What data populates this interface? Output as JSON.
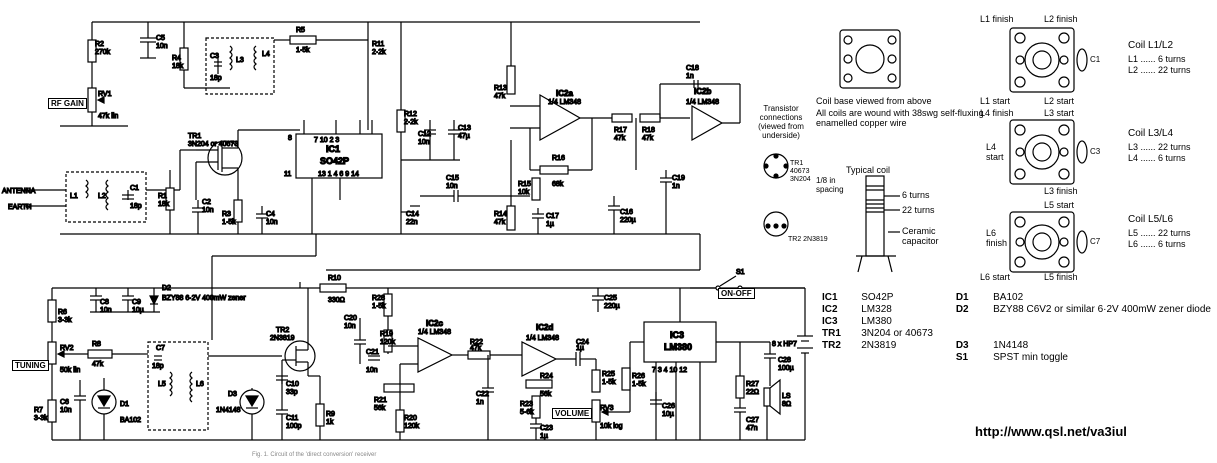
{
  "schematic": {
    "panel_labels": {
      "rf_gain": "RF GAIN",
      "tuning": "TUNING",
      "volume": "VOLUME",
      "on_off": "ON-OFF"
    },
    "terminals": {
      "antenna": "ANTENNA",
      "earth": "EARTH"
    },
    "ics": [
      {
        "ref": "IC1",
        "part": "SO42P",
        "pins_top": "7 10 2 3",
        "pins_bottom": "13 1 4 6 9 14",
        "pin_left": "8",
        "pin_left2": "11"
      },
      {
        "ref": "IC2a",
        "part": "1/4 LM348"
      },
      {
        "ref": "IC2b",
        "part": "1/4 LM348"
      },
      {
        "ref": "IC2c",
        "part": "1/4 LM348"
      },
      {
        "ref": "IC2d",
        "part": "1/4 LM348"
      },
      {
        "ref": "IC3",
        "part": "LM380",
        "pins_bottom": "7 3 4 10 12"
      }
    ],
    "components": [
      {
        "ref": "R2",
        "value": "270k"
      },
      {
        "ref": "C5",
        "value": "10n"
      },
      {
        "ref": "R4",
        "value": "18k"
      },
      {
        "ref": "C3",
        "value": "18p"
      },
      {
        "ref": "L3",
        "value": ""
      },
      {
        "ref": "L4",
        "value": ""
      },
      {
        "ref": "R5",
        "value": "1·5k"
      },
      {
        "ref": "R11",
        "value": "2·2k"
      },
      {
        "ref": "RV1",
        "value": "47k lin"
      },
      {
        "ref": "TR1",
        "value": "3N204 or 40673"
      },
      {
        "ref": "L1",
        "value": ""
      },
      {
        "ref": "L2",
        "value": ""
      },
      {
        "ref": "C1",
        "value": "18p"
      },
      {
        "ref": "R1",
        "value": "18k"
      },
      {
        "ref": "C2",
        "value": "10n"
      },
      {
        "ref": "R3",
        "value": "1·5k"
      },
      {
        "ref": "C4",
        "value": "10n"
      },
      {
        "ref": "R12",
        "value": "2·2k"
      },
      {
        "ref": "C12",
        "value": "10n"
      },
      {
        "ref": "C13",
        "value": "47µ"
      },
      {
        "ref": "C14",
        "value": "22n"
      },
      {
        "ref": "C15",
        "value": "10n"
      },
      {
        "ref": "R13",
        "value": "47k"
      },
      {
        "ref": "R16",
        "value": "68k"
      },
      {
        "ref": "R15",
        "value": "10k"
      },
      {
        "ref": "TR1b",
        "value": "TR1 40673 3N204"
      },
      {
        "ref": "R14",
        "value": "47k"
      },
      {
        "ref": "C17",
        "value": "1µ"
      },
      {
        "ref": "C18",
        "value": "1n"
      },
      {
        "ref": "R17",
        "value": "47k"
      },
      {
        "ref": "R18",
        "value": "47k"
      },
      {
        "ref": "C19",
        "value": "1n"
      },
      {
        "ref": "C16",
        "value": "220µ"
      },
      {
        "ref": "R6",
        "value": "3·3k"
      },
      {
        "ref": "C8",
        "value": "10n"
      },
      {
        "ref": "C9",
        "value": "10µ"
      },
      {
        "ref": "D2",
        "value": "BZY88 6·2V 400mW zener"
      },
      {
        "ref": "R10",
        "value": "330Ω"
      },
      {
        "ref": "R28",
        "value": "1·5k"
      },
      {
        "ref": "C25",
        "value": "220µ"
      },
      {
        "ref": "S1",
        "value": ""
      },
      {
        "ref": "RV2",
        "value": "50k lin"
      },
      {
        "ref": "R8",
        "value": "47k"
      },
      {
        "ref": "C7",
        "value": "18p"
      },
      {
        "ref": "L5",
        "value": ""
      },
      {
        "ref": "L6",
        "value": ""
      },
      {
        "ref": "D1",
        "value": "BA102"
      },
      {
        "ref": "D3",
        "value": "1N4148"
      },
      {
        "ref": "C6",
        "value": "10n"
      },
      {
        "ref": "R7",
        "value": "3·3k"
      },
      {
        "ref": "TR2",
        "value": "2N3819"
      },
      {
        "ref": "C10",
        "value": "33p"
      },
      {
        "ref": "C11",
        "value": "100p"
      },
      {
        "ref": "R9",
        "value": "1k"
      },
      {
        "ref": "C20",
        "value": "10n"
      },
      {
        "ref": "R19",
        "value": "120k"
      },
      {
        "ref": "C21",
        "value": "10n"
      },
      {
        "ref": "R21",
        "value": "56k"
      },
      {
        "ref": "R20",
        "value": "120k"
      },
      {
        "ref": "R22",
        "value": "47k"
      },
      {
        "ref": "C22",
        "value": "1n"
      },
      {
        "ref": "R24",
        "value": "56k"
      },
      {
        "ref": "R23",
        "value": "5·6k"
      },
      {
        "ref": "C23",
        "value": "1µ"
      },
      {
        "ref": "C24",
        "value": "1µ"
      },
      {
        "ref": "R25",
        "value": "1·5k"
      },
      {
        "ref": "RV3",
        "value": "10k log"
      },
      {
        "ref": "R26",
        "value": "1·5k"
      },
      {
        "ref": "C26",
        "value": "10µ"
      },
      {
        "ref": "R27",
        "value": "22Ω"
      },
      {
        "ref": "C27",
        "value": "47n"
      },
      {
        "ref": "C28",
        "value": "100µ"
      },
      {
        "ref": "LS",
        "value": "8Ω"
      },
      {
        "ref": "BATT",
        "value": "8 x HP7"
      }
    ],
    "caption": "Fig. 1. Circuit of the 'direct conversion' receiver"
  },
  "coil_panel": {
    "base_caption": "Coil base viewed from above",
    "winding_note": "All coils are wound with 38swg self-fluxing enamelled copper wire",
    "typical_coil_title": "Typical coil",
    "typical_coil_labels": {
      "spacing": "1/8 in spacing",
      "turns6": "6 turns",
      "turns22": "22 turns",
      "ceramic": "Ceramic capacitor"
    },
    "transistor_title": "Transistor connections (viewed from underside)",
    "tr1_label": "TR1 40673 3N204",
    "tr2_label": "TR2 2N3819",
    "coils": [
      {
        "title": "Coil L1/L2",
        "line1": "L1 ...... 6 turns",
        "line2": "L2 ...... 22 turns",
        "top_left": "L1 finish",
        "top_right": "L2 finish",
        "bot_left": "L1 start",
        "bot_right": "L2 start",
        "cap": "C1"
      },
      {
        "title": "Coil L3/L4",
        "line1": "L3 ...... 22 turns",
        "line2": "L4 ...... 6 turns",
        "top_left": "L4 finish",
        "top_right": "L3 start",
        "bot_left": "L4 start",
        "bot_right": "L3 finish",
        "cap": "C3"
      },
      {
        "title": "Coil L5/L6",
        "line1": "L5 ...... 22 turns",
        "line2": "L6 ...... 6 turns",
        "top_left": "L6 finish",
        "top_right": "L5 start",
        "bot_left": "L6 start",
        "bot_right": "L5 finish",
        "cap": "C7"
      }
    ]
  },
  "parts_list": [
    {
      "ref": "IC1",
      "part": "SO42P",
      "ref2": "D1",
      "part2": "BA102"
    },
    {
      "ref": "IC2",
      "part": "LM328",
      "ref2": "D2",
      "part2": "BZY88 C6V2 or similar 6·2V 400mW zener diode"
    },
    {
      "ref": "IC3",
      "part": "LM380",
      "ref2": "",
      "part2": ""
    },
    {
      "ref": "TR1",
      "part": "3N204 or 40673",
      "ref2": "",
      "part2": ""
    },
    {
      "ref": "TR2",
      "part": "2N3819",
      "ref2": "D3",
      "part2": "1N4148"
    },
    {
      "ref": "",
      "part": "",
      "ref2": "S1",
      "part2": "SPST min toggle"
    }
  ],
  "url": "http://www.qsl.net/va3iul"
}
